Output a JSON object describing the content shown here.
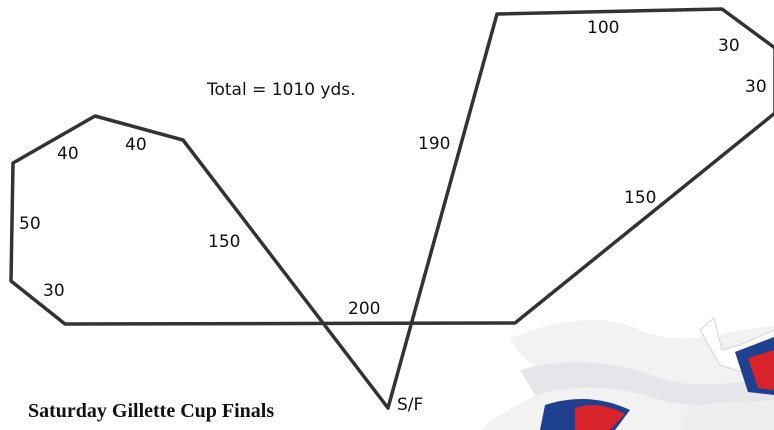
{
  "total_label": "Total = 1010 yds.",
  "start_finish_label": "S/F",
  "segment_labels": [
    "40",
    "40",
    "50",
    "30",
    "150",
    "200",
    "190",
    "100",
    "30",
    "30",
    "150"
  ],
  "caption": "Saturday Gillette Cup Finals",
  "colors": {
    "line": "#333333",
    "flag_red": "#d8232a",
    "flag_blue": "#1f3f8f",
    "flag_white": "#f4f4f4"
  }
}
